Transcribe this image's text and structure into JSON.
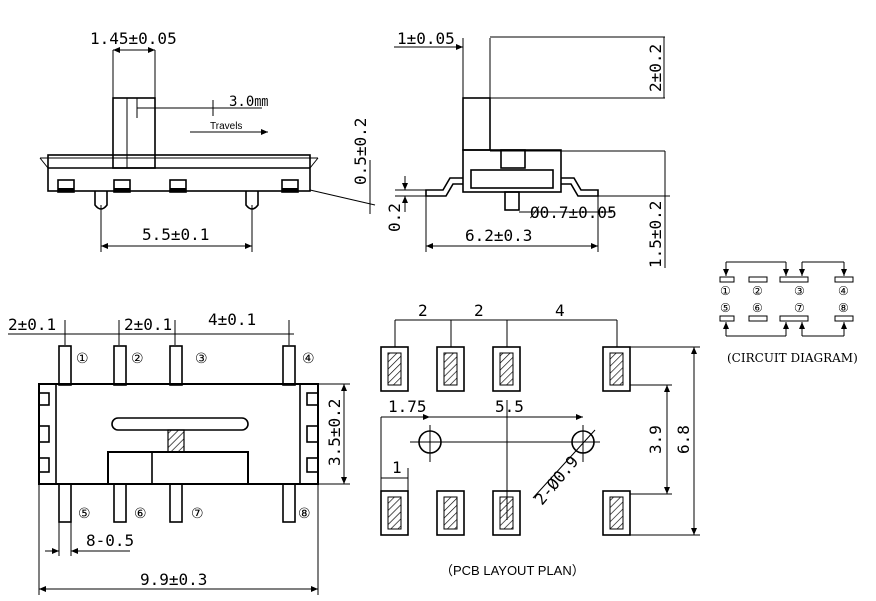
{
  "side_view": {
    "dim_actuator_width": "1.45±0.05",
    "dim_actuator_travel": "3.0㎜",
    "travels_label": "Travels",
    "dim_actuator_height": "0.5±0.2",
    "dim_post_spacing": "5.5±0.1"
  },
  "end_view": {
    "dim_actuator_thickness": "1±0.05",
    "dim_actuator_protrusion": "2±0.2",
    "dim_lead_thickness": "0.2",
    "dim_post_diameter": "Ø0.7±0.05",
    "dim_lead_span": "6.2±0.3",
    "dim_body_height": "1.5±0.2"
  },
  "top_view": {
    "dim_pitch_a": "2±0.1",
    "dim_pitch_b": "2±0.1",
    "dim_pitch_c": "4±0.1",
    "dim_body_width": "3.5±0.2",
    "dim_pin_width": "8-0.5",
    "dim_body_length": "9.9±0.3",
    "pins_top": [
      "①",
      "②",
      "③",
      "④"
    ],
    "pins_bottom": [
      "⑤",
      "⑥",
      "⑦",
      "⑧"
    ]
  },
  "pcb_layout": {
    "dim_pitch_1": "2",
    "dim_pitch_2": "2",
    "dim_pitch_3": "4",
    "dim_hole_offset": "1.75",
    "dim_hole_spacing": "5.5",
    "dim_pad_width": "1",
    "dim_hole_diameter": "2-Ø0.9",
    "dim_row_spacing": "3.9",
    "dim_outer_spacing": "6.8",
    "caption": "（PCB LAYOUT  PLAN）"
  },
  "circuit_diagram": {
    "pins_top": [
      "①",
      "②",
      "③",
      "④"
    ],
    "pins_bottom": [
      "⑤",
      "⑥",
      "⑦",
      "⑧"
    ],
    "caption": "(CIRCUIT DIAGRAM)"
  },
  "colors": {
    "line": "#000000",
    "background": "#ffffff"
  }
}
